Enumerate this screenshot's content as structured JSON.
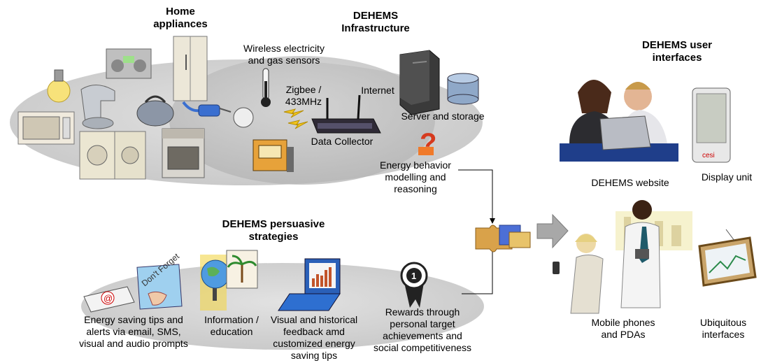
{
  "infrastructure": {
    "home_appliances": "Home\nappliances",
    "title": "DEHEMS\nInfrastructure",
    "sensors": "Wireless electricity\nand gas sensors",
    "protocol": "Zigbee /\n433MHz",
    "internet": "Internet",
    "server": "Server and storage",
    "collector": "Data Collector",
    "modelling": "Energy behavior\nmodelling and\nreasoning"
  },
  "strategies": {
    "title": "DEHEMS persuasive\nstrategies",
    "items": [
      "Energy saving tips and\nalerts via email, SMS,\nvisual and audio prompts",
      "Information /\neducation",
      "Visual and historical\nfeedback amd\ncustomized energy\nsaving tips",
      "Rewards through\npersonal target\nachievements and\nsocial competitiveness"
    ],
    "reminder_note": "Don't Forget",
    "email_symbol": "@",
    "badge_number": "1"
  },
  "user_interfaces": {
    "title": "DEHEMS user\ninterfaces",
    "website": "DEHEMS website",
    "display": "Display unit",
    "mobile": "Mobile phones\nand PDAs",
    "ubiquitous": "Ubiquitous\ninterfaces",
    "display_logo": "cesi"
  },
  "icons": [
    "lightbulb-icon",
    "microwave-icon",
    "radio-icon",
    "fridge-icon",
    "mixer-icon",
    "kettle-icon",
    "washer-icon",
    "dryer-icon",
    "stove-icon",
    "plug-icon",
    "thermometer-icon",
    "meter-icon",
    "lightning-icon",
    "router-icon",
    "server-icon",
    "database-icon",
    "question-icon",
    "email-icon",
    "note-icon",
    "globe-icon",
    "palm-icon",
    "laptop-chart-icon",
    "award-icon",
    "puzzle-icon",
    "arrow-icon",
    "people-laptop-icon",
    "display-unit-icon",
    "phone-woman-icon",
    "businessman-icon",
    "building-icon",
    "frame-icon"
  ],
  "colors": {
    "cloud": "#d6d6d6",
    "cloud_dark": "#bcbcbc",
    "arrow": "#9a9a9a"
  }
}
